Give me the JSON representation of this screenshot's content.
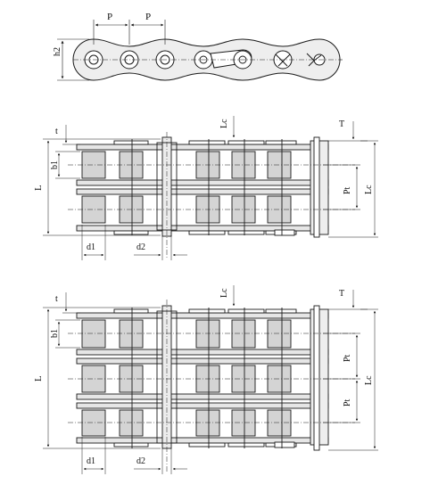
{
  "figure_labels": {
    "pitch_left": "P",
    "pitch_right": "P",
    "plate_height": "h2",
    "t_double": "t",
    "lc_double": "Lc",
    "T_double": "T",
    "b1_double": "b1",
    "L_double": "L",
    "pt_double": "Pt",
    "lc_side_double": "Lc",
    "d1_double": "d1",
    "d2_double": "d2",
    "t_triple": "t",
    "lc_triple": "Lc",
    "T_triple": "T",
    "b1_triple": "b1",
    "L_triple": "L",
    "pt1_triple": "Pt",
    "pt2_triple": "Pt",
    "lc_side_triple": "Lc",
    "d1_triple": "d1",
    "d2_triple": "d2"
  },
  "colors": {
    "stroke": "#1a1a1a",
    "fill_plate": "#e6e6e6",
    "fill_roller": "#d4d4d4",
    "background": "#ffffff"
  }
}
